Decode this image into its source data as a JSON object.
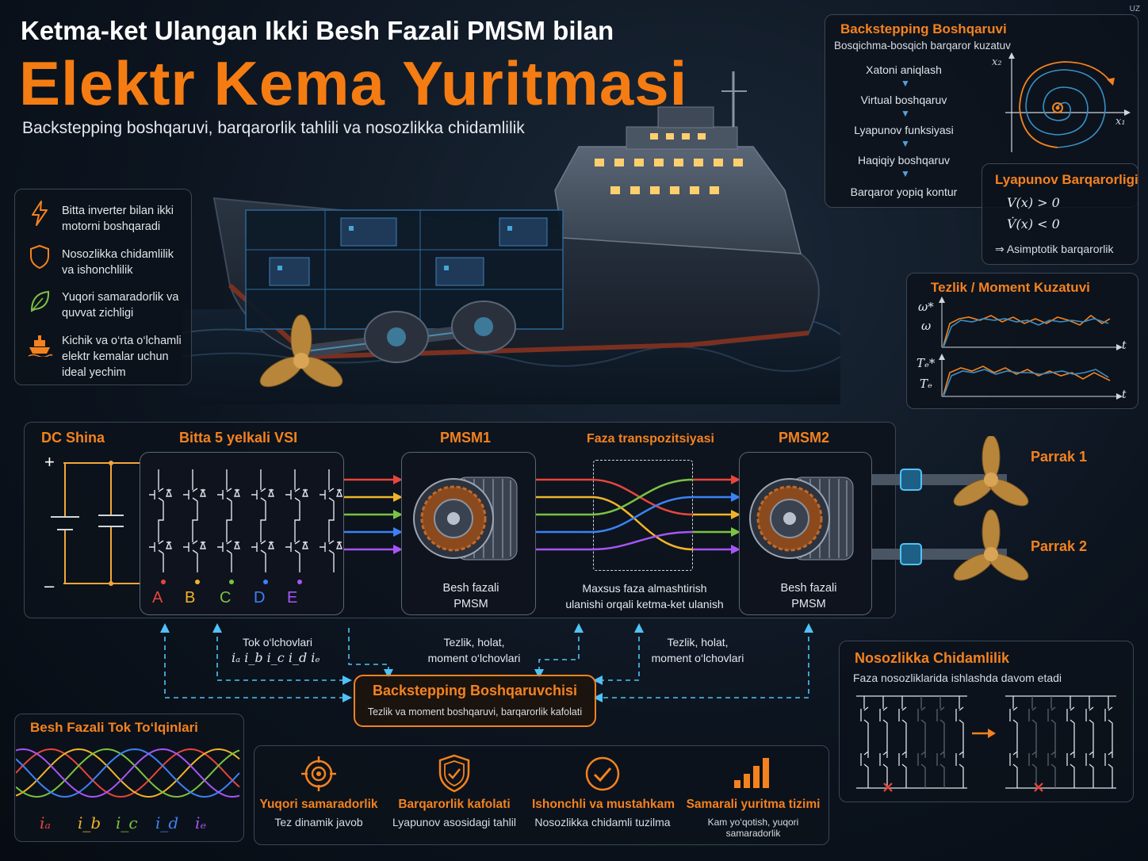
{
  "lang": "UZ",
  "header": {
    "line1": "Ketma-ket Ulangan Ikki Besh Fazali PMSM bilan",
    "line2": "Elektr Kema Yuritmasi",
    "subtitle": "Backstepping boshqaruvi, barqarorlik tahlili va nosozlikka chidamlilik"
  },
  "features": [
    {
      "icon": "lightning-icon",
      "text": "Bitta inverter bilan ikki motorni boshqaradi"
    },
    {
      "icon": "shield-icon",
      "text": "Nosozlikka chidamlilik va ishonchlilik"
    },
    {
      "icon": "leaf-icon",
      "text": "Yuqori samaradorlik va quvvat zichligi"
    },
    {
      "icon": "ship-icon",
      "text": "Kichik va o‘rta o‘lchamli elektr kemalar uchun ideal yechim"
    }
  ],
  "backstepping": {
    "title": "Backstepping Boshqaruvi",
    "subtitle": "Bosqichma-bosqich barqaror kuzatuv",
    "steps": [
      "Xatoni aniqlash",
      "Virtual boshqaruv",
      "Lyapunov funksiyasi",
      "Haqiqiy boshqaruv",
      "Barqaror yopiq kontur"
    ],
    "axis_x": "x₁",
    "axis_y": "x₂"
  },
  "lyapunov": {
    "title": "Lyapunov Barqarorligi",
    "eq1": "V(x) > 0",
    "eq2": "V̇(x) < 0",
    "result": "⇒  Asimptotik barqarorlik"
  },
  "tracking": {
    "title": "Tezlik / Moment Kuzatuvi",
    "top_ref": "ω*",
    "top_act": "ω",
    "bot_ref": "Tₑ*",
    "bot_act": "Tₑ",
    "t": "t"
  },
  "diagram": {
    "dc_title": "DC Shina",
    "plus": "+",
    "minus": "–",
    "vsi_title": "Bitta 5 yelkali VSI",
    "phases": [
      "A",
      "B",
      "C",
      "D",
      "E"
    ],
    "pmsm1_title": "PMSM1",
    "pmsm1_caption": [
      "Besh fazali",
      "PMSM"
    ],
    "transp_title": "Faza transpozitsiyasi",
    "transp_caption": [
      "Maxsus faza almashtirish",
      "ulanishi orqali ketma-ket ulanish"
    ],
    "pmsm2_title": "PMSM2",
    "pmsm2_caption": [
      "Besh fazali",
      "PMSM"
    ],
    "prop1": "Parrak 1",
    "prop2": "Parrak 2",
    "meas_current": "Tok o‘lchovlari",
    "currents": "iₐ  i_b  i_c  i_d  iₑ",
    "meas_speed1": [
      "Tezlik, holat,",
      "moment o‘lchovlari"
    ],
    "meas_speed2": [
      "Tezlik, holat,",
      "moment o‘lchovlari"
    ],
    "controller_title": "Backstepping Boshqaruvchisi",
    "controller_sub": "Tezlik va moment boshqaruvi, barqarorlik kafolati"
  },
  "fault": {
    "title": "Nosozlikka Chidamlilik",
    "subtitle": "Faza nosozliklarida ishlashda davom etadi"
  },
  "waves": {
    "title": "Besh Fazali Tok To‘lqinlari",
    "labels": [
      "iₐ",
      "i_b",
      "i_c",
      "i_d",
      "iₑ"
    ],
    "colors": [
      "#e8453c",
      "#f0b429",
      "#7cc242",
      "#3b82f6",
      "#a855f7"
    ]
  },
  "benefits": [
    {
      "icon": "target-icon",
      "title": "Yuqori samaradorlik",
      "sub": "Tez dinamik javob"
    },
    {
      "icon": "shield-icon",
      "title": "Barqarorlik kafolati",
      "sub": "Lyapunov asosidagi tahlil"
    },
    {
      "icon": "check-icon",
      "title": "Ishonchli va mustahkam",
      "sub": "Nosozlikka chidamli tuzilma"
    },
    {
      "icon": "bars-icon",
      "title": "Samarali yuritma tizimi",
      "sub": "Kam yo‘qotish, yuqori samaradorlik"
    }
  ],
  "colors": {
    "accent": "#f4821f",
    "dashed_line": "#4fc3f7",
    "panel_border": "#3a4656"
  }
}
